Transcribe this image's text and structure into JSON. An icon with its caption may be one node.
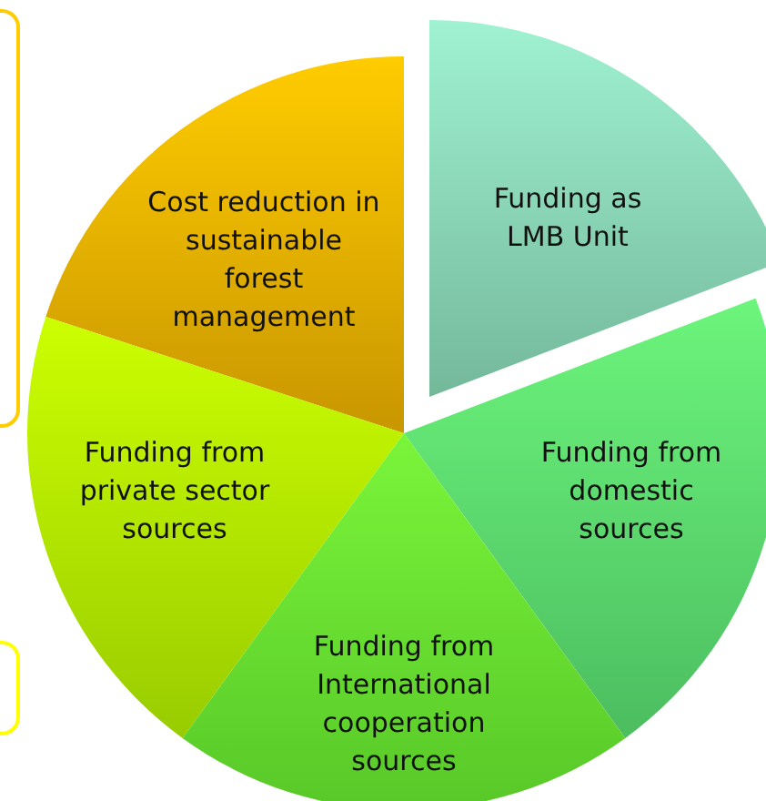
{
  "diagram": {
    "nodes": [
      {
        "text": [
          "Cost reduction in sustainable forest management"
        ]
      },
      {
        "text": [
          "Funding as LMB Unit"
        ]
      },
      {
        "text": [
          "Funding from private sector sources"
        ]
      },
      {
        "text": [
          "Funding from domestic sources"
        ]
      },
      {
        "text": [
          "Funding from International cooperation sources"
        ]
      },
      {
        "text": [],
        "shape": "box"
      },
      {
        "text": [],
        "shape": "box"
      }
    ]
  }
}
